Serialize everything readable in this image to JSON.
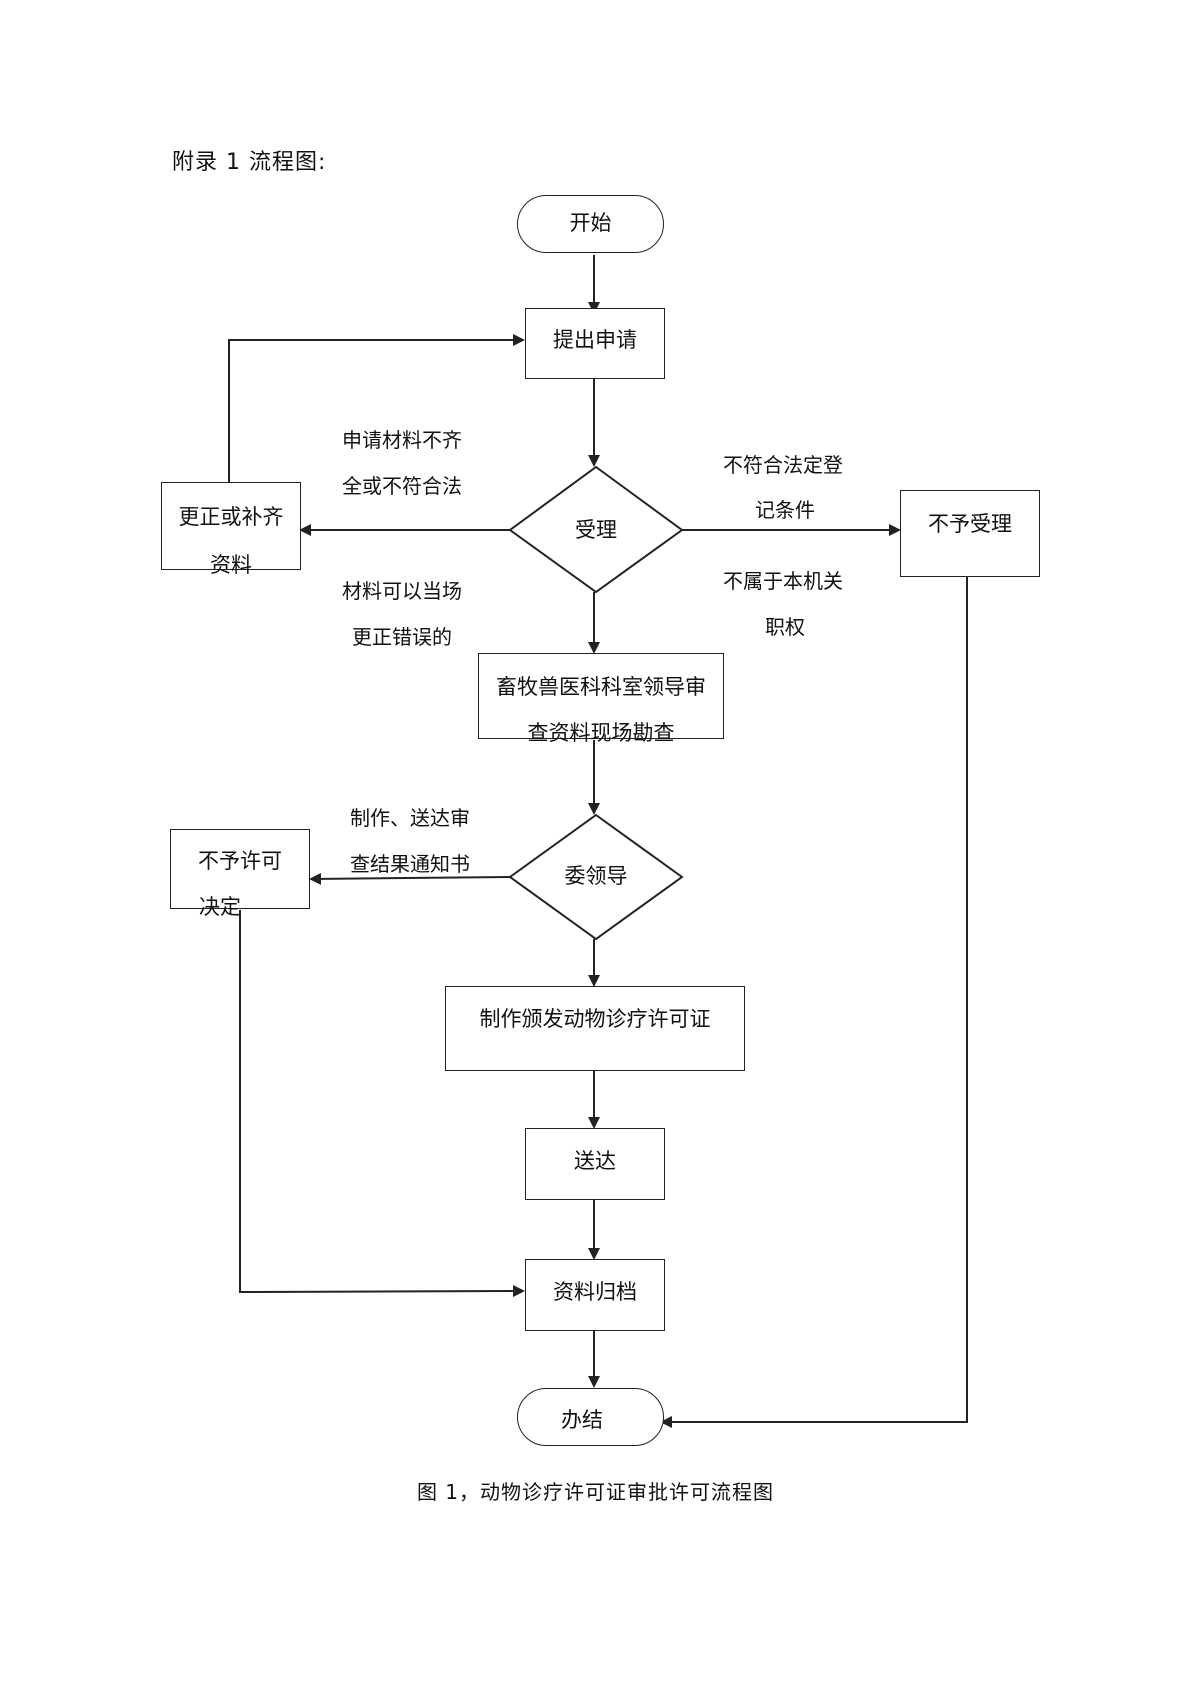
{
  "heading": "附录 1  流程图:",
  "caption": "图 1，动物诊疗许可证审批许可流程图",
  "nodes": {
    "start": "开始",
    "submit": "提出申请",
    "accept": "受理",
    "correct": [
      "更正或补齐",
      "资料"
    ],
    "reject": "不予受理",
    "review": [
      "畜牧兽医科科室领导审",
      "查资料现场勘查"
    ],
    "committee": "委领导",
    "deny": [
      "不予许可",
      "决定"
    ],
    "issue": "制作颁发动物诊疗许可证",
    "deliver": "送达",
    "archive": "资料归档",
    "end": "办结"
  },
  "notes": {
    "incomplete": [
      "申请材料不齐",
      "全或不符合法"
    ],
    "correctable": [
      "材料可以当场",
      "更正错误的"
    ],
    "not_eligible": [
      "不符合法定登",
      "记条件"
    ],
    "no_authority": [
      "不属于本机关",
      "职权"
    ],
    "notify": [
      "制作、送达审",
      "查结果通知书"
    ]
  }
}
